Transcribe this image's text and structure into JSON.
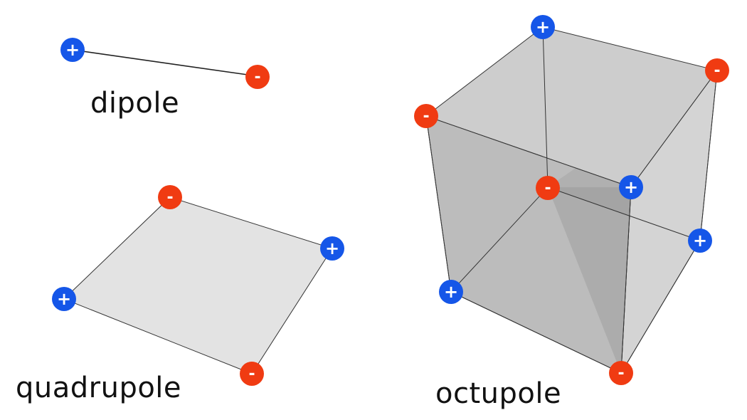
{
  "labels": {
    "dipole": "dipole",
    "quadrupole": "quadrupole",
    "octupole": "octupole"
  },
  "signs": {
    "positive": "+",
    "negative": "-"
  },
  "colors": {
    "positive": "#1556e8",
    "negative": "#f03b12",
    "face_light": "#dddddd",
    "face_dark": "#9b9b9b",
    "edge": "#222222"
  }
}
